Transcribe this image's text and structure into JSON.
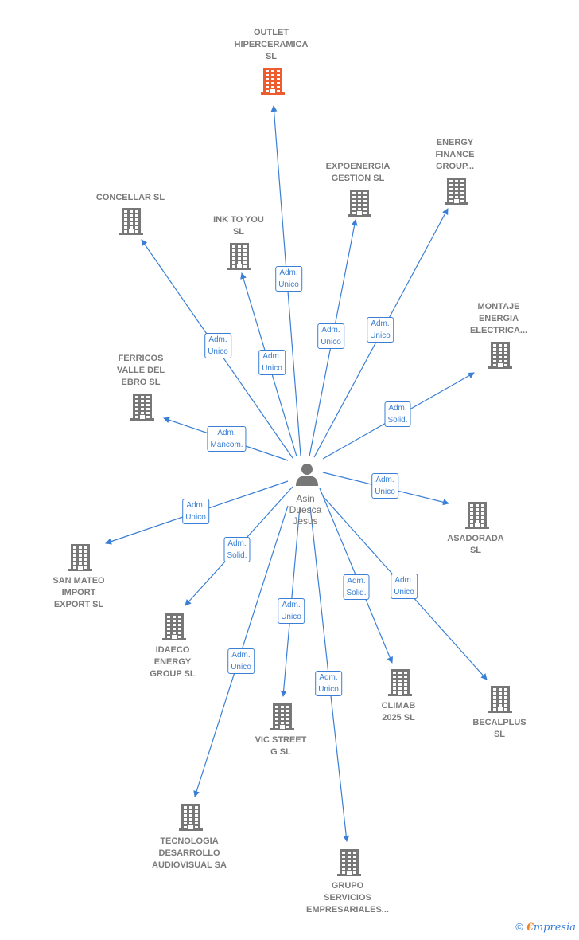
{
  "center": {
    "label": "Asin\nDuesca\nJesus",
    "icon": "person-icon"
  },
  "colors": {
    "edge": "#3a7fd5",
    "building": "#777777",
    "highlight": "#ee5b2f"
  },
  "nodes": [
    {
      "id": "outlet",
      "label": "OUTLET\nHIPERCERAMICA\nSL",
      "role": "Adm.\nUnico",
      "highlight": true
    },
    {
      "id": "concellar",
      "label": "CONCELLAR SL",
      "role": "Adm.\nUnico"
    },
    {
      "id": "inktoyou",
      "label": "INK TO YOU\nSL",
      "role": "Adm.\nUnico"
    },
    {
      "id": "expoenergia",
      "label": "EXPOENERGIA\nGESTION SL",
      "role": "Adm.\nUnico"
    },
    {
      "id": "energyfinance",
      "label": "ENERGY\nFINANCE\nGROUP...",
      "role": "Adm.\nUnico"
    },
    {
      "id": "montaje",
      "label": "MONTAJE\nENERGIA\nELECTRICA...",
      "role": "Adm.\nSolid."
    },
    {
      "id": "ferricos",
      "label": "FERRICOS\nVALLE DEL\nEBRO SL",
      "role": "Adm.\nMancom."
    },
    {
      "id": "asadorada",
      "label": "ASADORADA\nSL",
      "role": "Adm.\nUnico"
    },
    {
      "id": "sanmateo",
      "label": "SAN MATEO\nIMPORT\nEXPORT SL",
      "role": "Adm.\nUnico"
    },
    {
      "id": "idaeco",
      "label": "IDAECO\nENERGY\nGROUP SL",
      "role": "Adm.\nSolid."
    },
    {
      "id": "climab",
      "label": "CLIMAB\n2025 SL",
      "role": "Adm.\nSolid."
    },
    {
      "id": "becalplus",
      "label": "BECALPLUS\nSL",
      "role": "Adm.\nUnico"
    },
    {
      "id": "vicstreet",
      "label": "VIC STREET\nG SL",
      "role": "Adm.\nUnico"
    },
    {
      "id": "tecnologia",
      "label": "TECNOLOGIA\nDESARROLLO\nAUDIOVISUAL SA",
      "role": "Adm.\nUnico"
    },
    {
      "id": "grupo",
      "label": "GRUPO\nSERVICIOS\nEMPRESARIALES...",
      "role": "Adm.\nUnico"
    }
  ],
  "footer": {
    "copyright": "©",
    "brand_e": "€",
    "brand_rest": "mpresia"
  }
}
